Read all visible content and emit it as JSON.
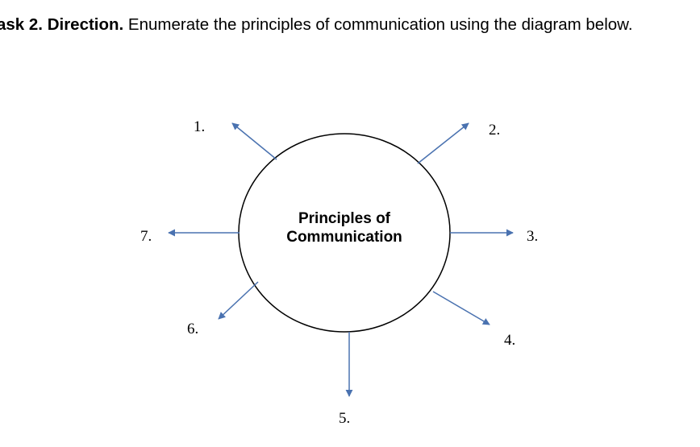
{
  "instruction": {
    "task_label": "ask 2. Direction.",
    "text": " Enumerate the principles of communication using the diagram below."
  },
  "diagram": {
    "center_label_line1": "Principles of",
    "center_label_line2": "Communication",
    "numbers": [
      "1.",
      "2.",
      "3.",
      "4.",
      "5.",
      "6.",
      "7."
    ],
    "arrow_color": "#4a72b0",
    "circle_color": "#000000"
  }
}
